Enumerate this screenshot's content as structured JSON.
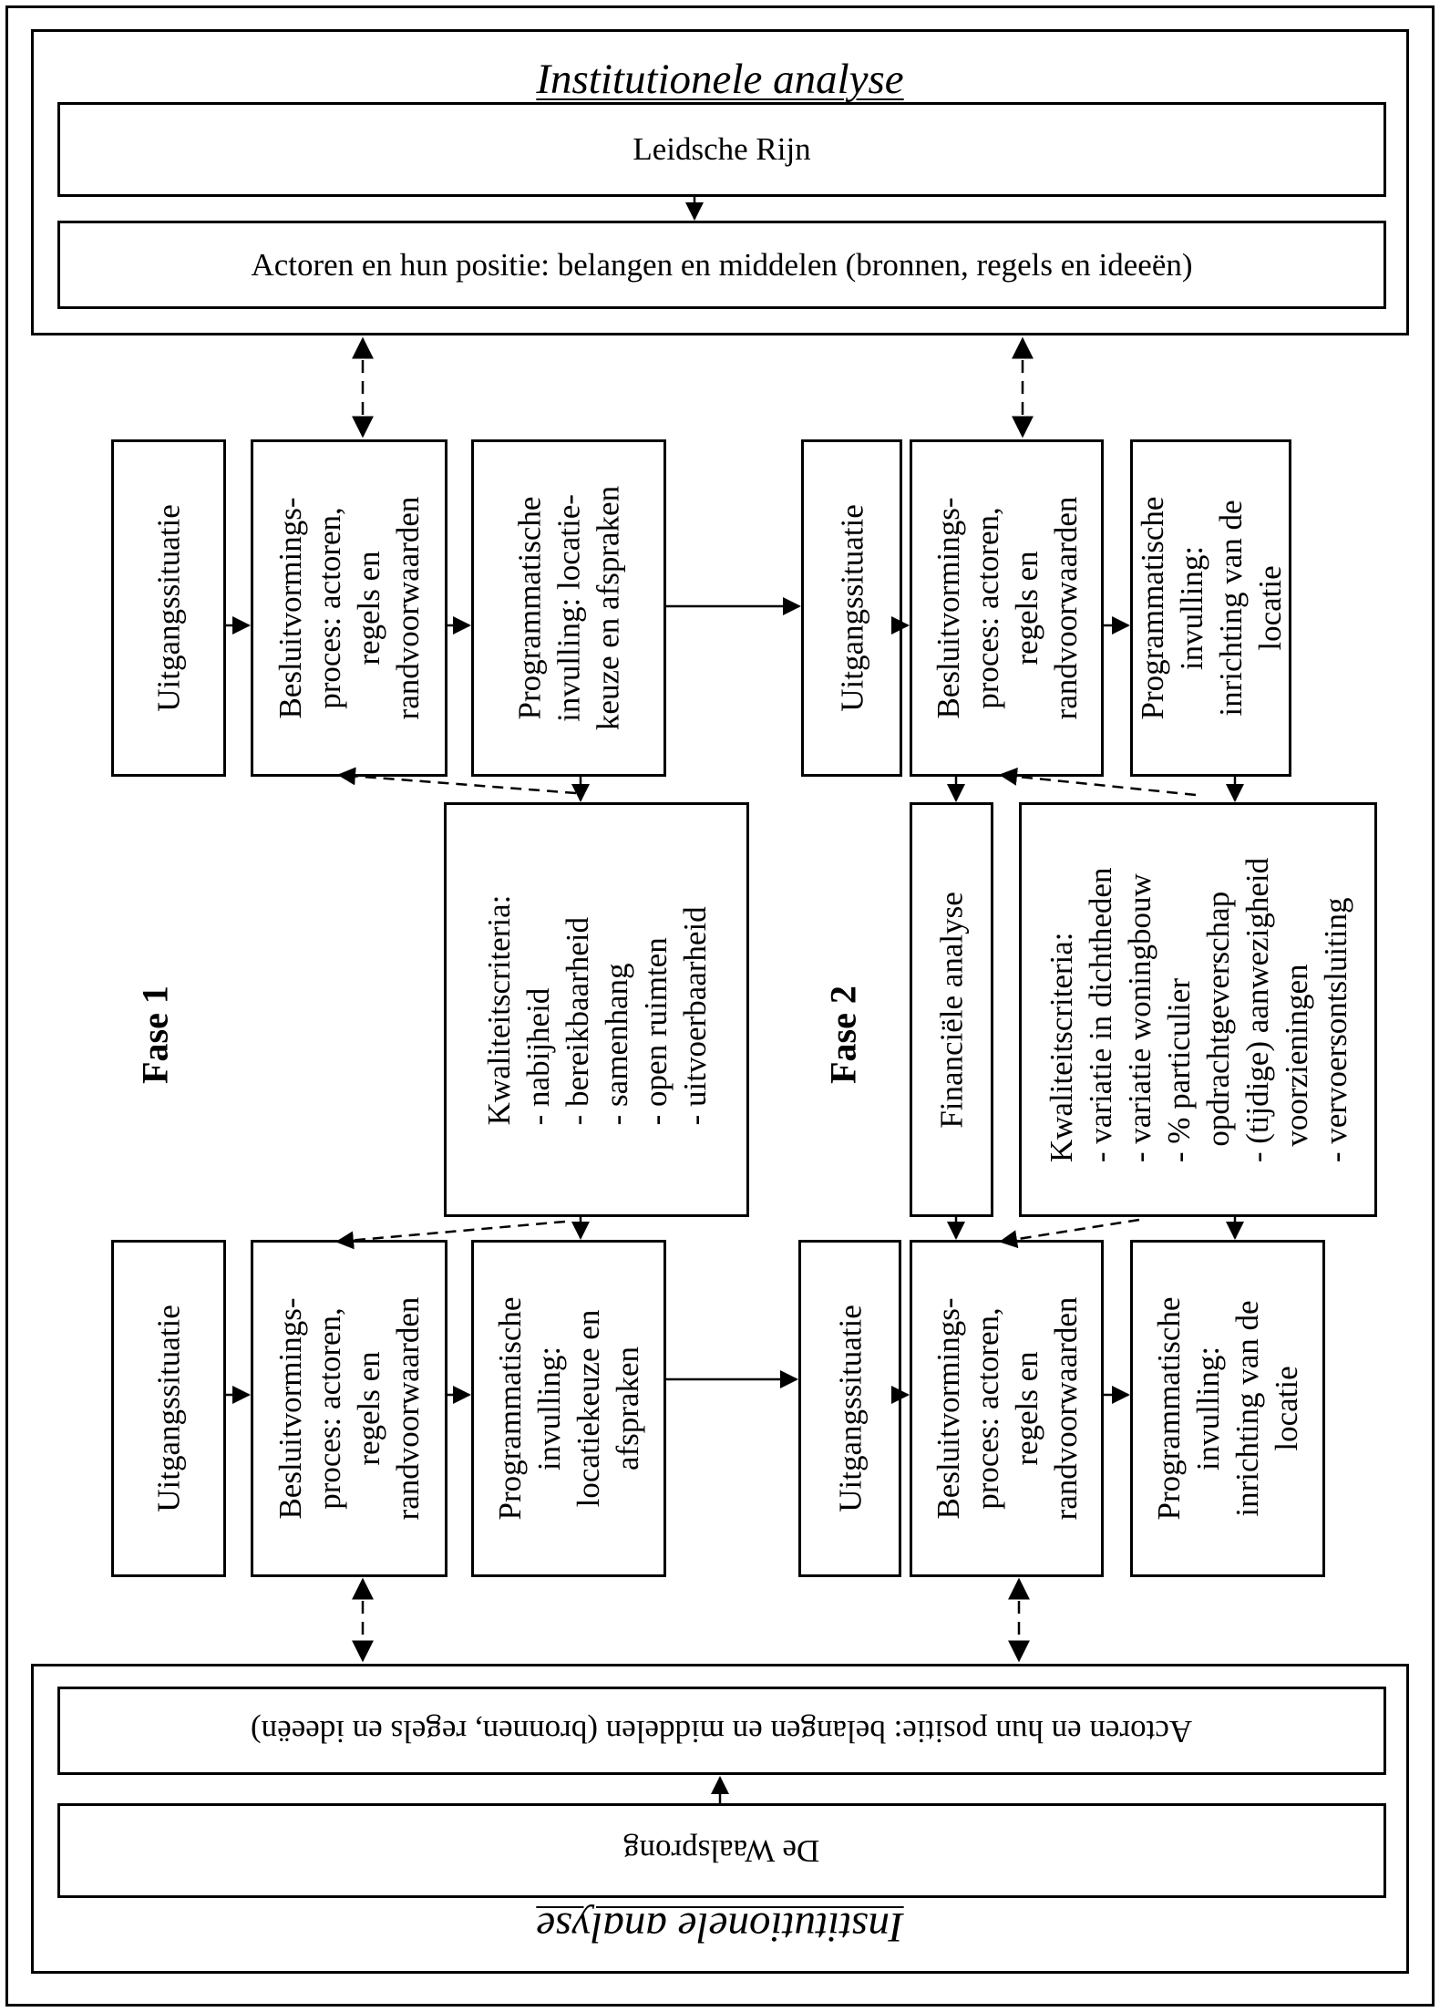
{
  "top": {
    "title": "Institutionele analyse",
    "case": "Leidsche Rijn",
    "actors": "Actoren en hun positie: belangen en middelen (bronnen, regels en ideeën)"
  },
  "bottom": {
    "title": "Institutionele analyse",
    "case": "De Waalsprong",
    "actors": "Actoren en hun positie: belangen en middelen (bronnen, regels en ideeën)"
  },
  "phases": {
    "phase1": "Fase 1",
    "phase2": "Fase 2"
  },
  "boxes": {
    "uitgangssituatie": "Uitgangssituatie",
    "besluitvorming": "Besluitvormings-\nproces: actoren,\nregels en\nrandvoorwaarden",
    "prog_fase1_top": "Programmatische\ninvulling: locatie-\nkeuze en afspraken",
    "prog_fase1_bottom": "Programmatische\ninvulling:\nlocatiekeuze en\nafspraken",
    "prog_fase2_top": "Programmatische\ninvulling:\ninrichting van de\nlocatie",
    "prog_fase2_bottom": "Programmatische\ninvulling:\ninrichting van de\nlocatie",
    "financiele_analyse": "Financiële analyse",
    "kwaliteit_fase1": "Kwaliteitscriteria:\n- nabijheid\n- bereikbaarheid\n- samenhang\n- open ruimten\n- uitvoerbaarheid",
    "kwaliteit_fase2": "Kwaliteitscriteria:\n- variatie in dichtheden\n- variatie woningbouw\n- % particulier\n  opdrachtgeverschap\n- (tijdige) aanwezigheid\n  voorzieningen\n- vervoersontsluiting"
  }
}
